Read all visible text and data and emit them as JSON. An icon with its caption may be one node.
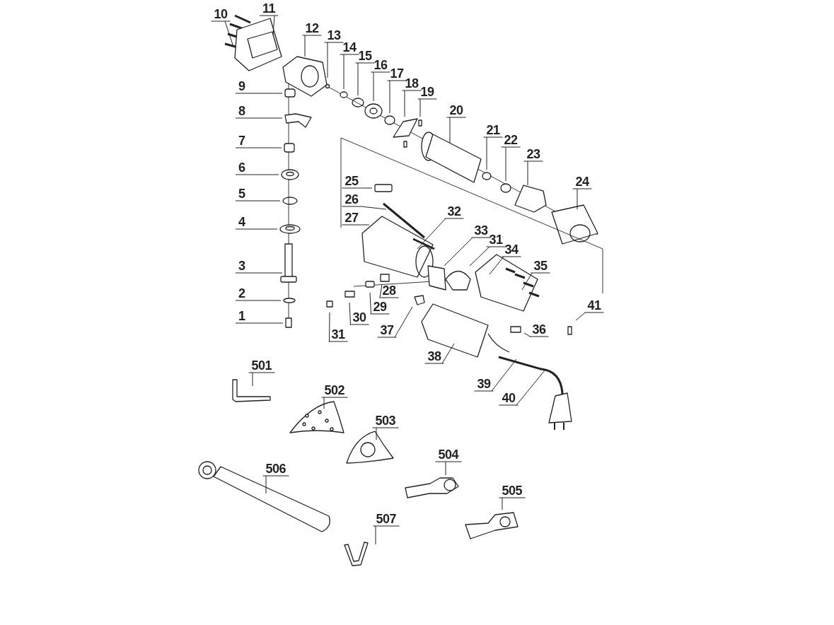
{
  "diagram": {
    "nodes": [
      {
        "text": [
          "1"
        ]
      },
      {
        "text": [
          "2"
        ]
      },
      {
        "text": [
          "3"
        ]
      },
      {
        "text": [
          "4"
        ]
      },
      {
        "text": [
          "5"
        ]
      },
      {
        "text": [
          "6"
        ]
      },
      {
        "text": [
          "7"
        ]
      },
      {
        "text": [
          "8"
        ]
      },
      {
        "text": [
          "9"
        ]
      },
      {
        "text": [
          "10"
        ]
      },
      {
        "text": [
          "11"
        ]
      },
      {
        "text": [
          "12"
        ]
      },
      {
        "text": [
          "13"
        ]
      },
      {
        "text": [
          "14"
        ]
      },
      {
        "text": [
          "15"
        ]
      },
      {
        "text": [
          "16"
        ]
      },
      {
        "text": [
          "17"
        ]
      },
      {
        "text": [
          "18"
        ]
      },
      {
        "text": [
          "19"
        ]
      },
      {
        "text": [
          "20"
        ]
      },
      {
        "text": [
          "21"
        ]
      },
      {
        "text": [
          "22"
        ]
      },
      {
        "text": [
          "23"
        ]
      },
      {
        "text": [
          "24"
        ]
      },
      {
        "text": [
          "25"
        ]
      },
      {
        "text": [
          "26"
        ]
      },
      {
        "text": [
          "27"
        ]
      },
      {
        "text": [
          "28"
        ]
      },
      {
        "text": [
          "29"
        ]
      },
      {
        "text": [
          "30"
        ]
      },
      {
        "text": [
          "31"
        ]
      },
      {
        "text": [
          "32"
        ]
      },
      {
        "text": [
          "33"
        ]
      },
      {
        "text": [
          "31"
        ]
      },
      {
        "text": [
          "34"
        ]
      },
      {
        "text": [
          "35"
        ]
      },
      {
        "text": [
          "36"
        ]
      },
      {
        "text": [
          "37"
        ]
      },
      {
        "text": [
          "38"
        ]
      },
      {
        "text": [
          "39"
        ]
      },
      {
        "text": [
          "40"
        ]
      },
      {
        "text": [
          "41"
        ]
      },
      {
        "text": [
          "501"
        ]
      },
      {
        "text": [
          "502"
        ]
      },
      {
        "text": [
          "503"
        ]
      },
      {
        "text": [
          "504"
        ]
      },
      {
        "text": [
          "505"
        ]
      },
      {
        "text": [
          "506"
        ]
      },
      {
        "text": [
          "507"
        ]
      }
    ],
    "edges": [
      {
        "from": 0,
        "to": null,
        "arrow": "none"
      },
      {
        "from": 1,
        "to": null,
        "arrow": "none"
      },
      {
        "from": 2,
        "to": null,
        "arrow": "none"
      },
      {
        "from": 3,
        "to": null,
        "arrow": "none"
      },
      {
        "from": 4,
        "to": null,
        "arrow": "none"
      },
      {
        "from": 5,
        "to": null,
        "arrow": "none"
      },
      {
        "from": 6,
        "to": null,
        "arrow": "none"
      },
      {
        "from": 7,
        "to": null,
        "arrow": "none"
      },
      {
        "from": 8,
        "to": null,
        "arrow": "none"
      },
      {
        "from": 9,
        "to": null,
        "arrow": "none"
      },
      {
        "from": 10,
        "to": null,
        "arrow": "none"
      },
      {
        "from": 11,
        "to": null,
        "arrow": "none"
      },
      {
        "from": 12,
        "to": null,
        "arrow": "none"
      },
      {
        "from": 13,
        "to": null,
        "arrow": "none"
      },
      {
        "from": 14,
        "to": null,
        "arrow": "none"
      },
      {
        "from": 15,
        "to": null,
        "arrow": "none"
      },
      {
        "from": 16,
        "to": null,
        "arrow": "none"
      },
      {
        "from": 17,
        "to": null,
        "arrow": "none"
      },
      {
        "from": 18,
        "to": null,
        "arrow": "none"
      },
      {
        "from": 19,
        "to": null,
        "arrow": "none"
      },
      {
        "from": 20,
        "to": null,
        "arrow": "none"
      },
      {
        "from": 21,
        "to": null,
        "arrow": "none"
      },
      {
        "from": 22,
        "to": null,
        "arrow": "none"
      },
      {
        "from": 23,
        "to": null,
        "arrow": "none"
      },
      {
        "from": 24,
        "to": null,
        "arrow": "none"
      },
      {
        "from": 25,
        "to": null,
        "arrow": "none"
      },
      {
        "from": 26,
        "to": null,
        "arrow": "none"
      },
      {
        "from": 27,
        "to": null,
        "arrow": "none"
      },
      {
        "from": 28,
        "to": null,
        "arrow": "none"
      },
      {
        "from": 29,
        "to": null,
        "arrow": "none"
      },
      {
        "from": 30,
        "to": null,
        "arrow": "none"
      },
      {
        "from": 31,
        "to": null,
        "arrow": "none"
      },
      {
        "from": 32,
        "to": null,
        "arrow": "none"
      },
      {
        "from": 33,
        "to": null,
        "arrow": "none"
      },
      {
        "from": 34,
        "to": null,
        "arrow": "none"
      },
      {
        "from": 35,
        "to": null,
        "arrow": "none"
      },
      {
        "from": 36,
        "to": null,
        "arrow": "none"
      },
      {
        "from": 37,
        "to": null,
        "arrow": "none"
      },
      {
        "from": 38,
        "to": null,
        "arrow": "none"
      },
      {
        "from": 39,
        "to": null,
        "arrow": "none"
      },
      {
        "from": 40,
        "to": null,
        "arrow": "none"
      },
      {
        "from": 41,
        "to": null,
        "arrow": "none"
      },
      {
        "from": 42,
        "to": null,
        "arrow": "none"
      },
      {
        "from": 43,
        "to": null,
        "arrow": "none"
      },
      {
        "from": 44,
        "to": null,
        "arrow": "none"
      },
      {
        "from": 45,
        "to": null,
        "arrow": "none"
      },
      {
        "from": 46,
        "to": null,
        "arrow": "none"
      },
      {
        "from": 47,
        "to": null,
        "arrow": "none"
      },
      {
        "from": 48,
        "to": null,
        "arrow": "none"
      }
    ]
  }
}
